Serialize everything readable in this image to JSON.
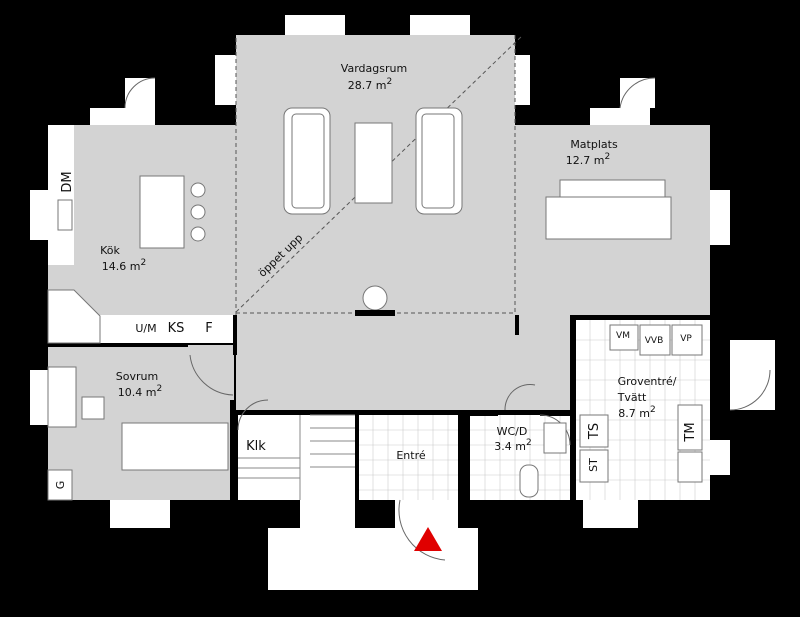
{
  "rooms": {
    "vardagsrum": {
      "name": "Vardagsrum",
      "area": "28.7 m",
      "sup": "2"
    },
    "matplats": {
      "name": "Matplats",
      "area": "12.7 m",
      "sup": "2"
    },
    "kok": {
      "name": "Kök",
      "area": "14.6 m",
      "sup": "2"
    },
    "sovrum": {
      "name": "Sovrum",
      "area": "10.4 m",
      "sup": "2"
    },
    "wc": {
      "name": "WC/D",
      "area": "3.4 m",
      "sup": "2"
    },
    "groventre": {
      "name": "Groventré/",
      "name2": "Tvätt",
      "area": "8.7 m",
      "sup": "2"
    },
    "entre": {
      "name": "Entré"
    },
    "klk": {
      "name": "Klk"
    }
  },
  "appliances": {
    "dm": "DM",
    "um": "U/M",
    "ks": "KS",
    "f": "F",
    "vm": "VM",
    "vvb": "VVB",
    "vp": "VP",
    "ts": "TS",
    "st": "ST",
    "tm": "TM",
    "g": "G"
  },
  "annotations": {
    "oppet_upp": "öppet upp"
  },
  "colors": {
    "wall": "#000000",
    "room_fill": "#d3d3d3",
    "entry_marker": "#e00000"
  }
}
